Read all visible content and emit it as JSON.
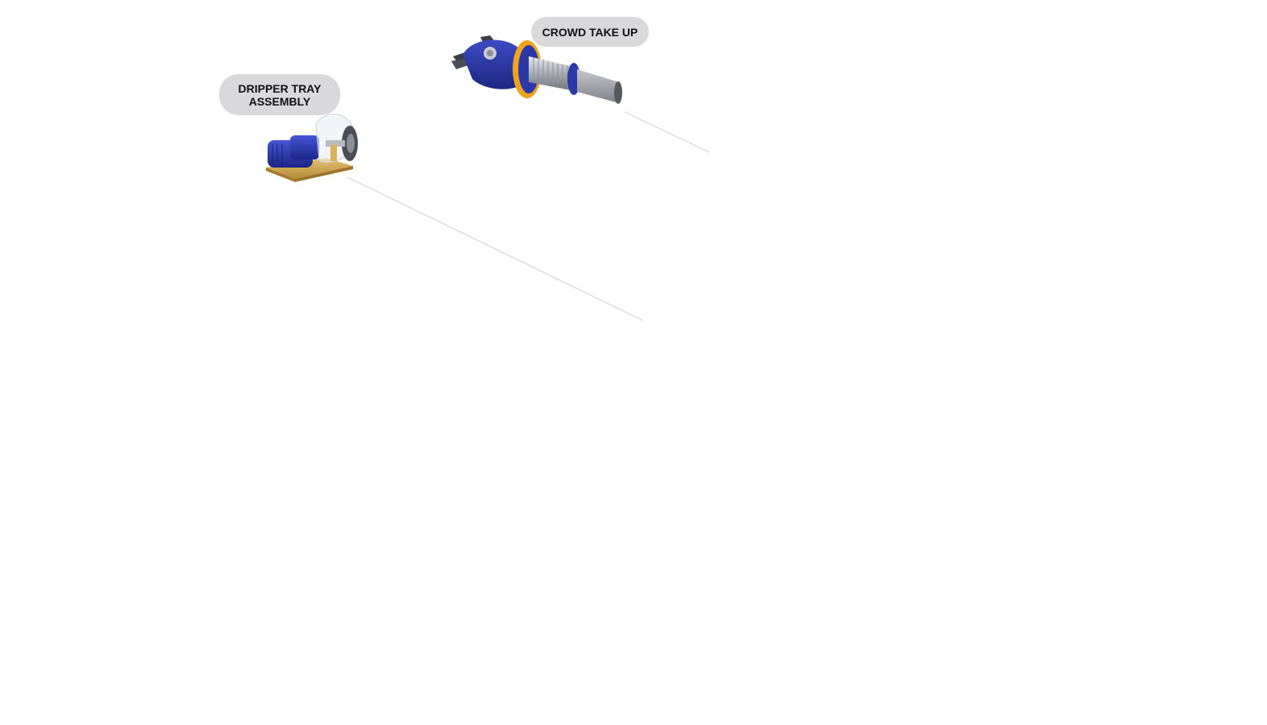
{
  "hotspots": [
    {
      "id": "crowd-take-up",
      "label": "CROWD TAKE UP"
    },
    {
      "id": "dripper-tray-assembly",
      "label_line1": "DRIPPER TRAY",
      "label_line2": "ASSEMBLY"
    }
  ],
  "colors": {
    "pill_background": "#d9d9db",
    "pill_text": "#111111",
    "part_blue": "#2b39a8",
    "part_orange": "#f0a21e",
    "base_gold": "#d9b25a",
    "steel": "#b8bcc2",
    "leader_line": "#d6d6d6"
  },
  "icons": {
    "crowd_take_up": "crowd-take-up-part-icon",
    "dripper_tray": "dripper-tray-assembly-part-icon"
  }
}
